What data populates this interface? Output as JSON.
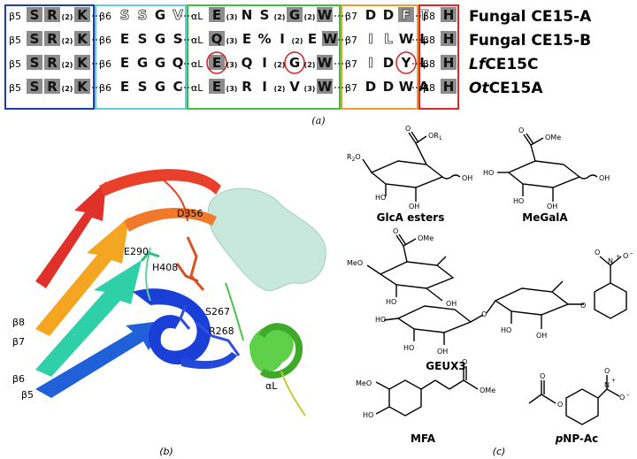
{
  "panel_a": {
    "label": "(a)",
    "rows": [
      {
        "name": "Fungal CE15-A",
        "b5": {
          "label": "β5",
          "res": [
            "S",
            "R",
            "(2)",
            "K"
          ]
        },
        "b6": {
          "label": "β6",
          "res": [
            "S",
            "S",
            "G",
            "V"
          ]
        },
        "aL": {
          "label": "αL",
          "res": [
            "E",
            "(3)",
            "N",
            "S",
            "(2)",
            "G",
            "(2)",
            "W"
          ]
        },
        "b7": {
          "label": "β7",
          "res": [
            "D",
            "D",
            "F",
            "T"
          ]
        },
        "b8": {
          "label": "β8",
          "res": [
            "H"
          ]
        }
      },
      {
        "name": "Fungal CE15-B",
        "b5": {
          "label": "β5",
          "res": [
            "S",
            "R",
            "(2)",
            "K"
          ]
        },
        "b6": {
          "label": "β6",
          "res": [
            "E",
            "S",
            "G",
            "S"
          ]
        },
        "aL": {
          "label": "αL",
          "res": [
            "Q",
            "(3)",
            "E",
            "%",
            "I",
            "(2)",
            "E",
            "W"
          ]
        },
        "b7": {
          "label": "β7",
          "res": [
            "I",
            "L",
            "W",
            "L"
          ]
        },
        "b8": {
          "label": "β8",
          "res": [
            "H"
          ]
        }
      },
      {
        "name": "LfCE15C",
        "name_italic": "Lf",
        "name_rest": "CE15C",
        "b5": {
          "label": "β5",
          "res": [
            "S",
            "R",
            "(2)",
            "K"
          ]
        },
        "b6": {
          "label": "β6",
          "res": [
            "E",
            "G",
            "G",
            "Q"
          ]
        },
        "aL": {
          "label": "αL",
          "res": [
            "E",
            "(3)",
            "Q",
            "I",
            "(2)",
            "G",
            "(2)",
            "W"
          ]
        },
        "b7": {
          "label": "β7",
          "res": [
            "I",
            "D",
            "Y",
            "L"
          ]
        },
        "b8": {
          "label": "β8",
          "res": [
            "H"
          ]
        }
      },
      {
        "name": "OtCE15A",
        "name_italic": "Ot",
        "name_rest": "CE15A",
        "b5": {
          "label": "β5",
          "res": [
            "S",
            "R",
            "(2)",
            "K"
          ]
        },
        "b6": {
          "label": "β6",
          "res": [
            "E",
            "S",
            "G",
            "C"
          ]
        },
        "aL": {
          "label": "αL",
          "res": [
            "E",
            "(3)",
            "R",
            "I",
            "(2)",
            "V",
            "(3)",
            "W"
          ]
        },
        "b7": {
          "label": "β7",
          "res": [
            "D",
            "D",
            "W",
            "A"
          ]
        },
        "b8": {
          "label": "β8",
          "res": [
            "H"
          ]
        }
      }
    ],
    "colors": {
      "b5": "#1f3fa8",
      "b6": "#5fd0d8",
      "aL": "#3fbf3f",
      "b7": "#f29a2e",
      "b8": "#e0262a",
      "shade": "#8c8c8c",
      "circle": "#d42020"
    }
  },
  "panel_b": {
    "label": "(b)",
    "residues": [
      "D356",
      "E290",
      "H408",
      "S267",
      "R268"
    ],
    "strands": [
      "β8",
      "β7",
      "β6",
      "β5"
    ],
    "helix": "αL"
  },
  "panel_c": {
    "label": "(c)",
    "compounds": [
      "GlcA  esters",
      "MeGalA",
      "GEUX3",
      "MFA",
      "pNP-Ac"
    ],
    "pnp_italic": "p",
    "pnp_rest": "NP-Ac",
    "atoms": {
      "or1": "OR",
      "r1": "1",
      "r2o": "R",
      "r2": "2",
      "ome": "OMe",
      "meo": "MeO",
      "ho": "HO",
      "oh": "OH",
      "o": "O",
      "n": "N",
      "plus": "+",
      "ominus": "O",
      "minus": "–"
    }
  }
}
